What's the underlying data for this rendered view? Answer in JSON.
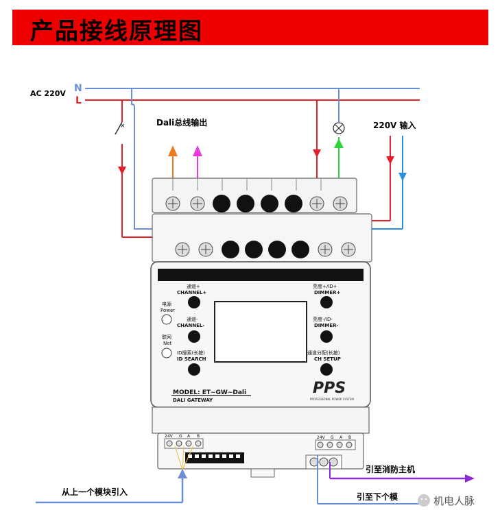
{
  "title": "产品接线原理图",
  "supply": {
    "ac_label": "AC 220V",
    "n_label": "N",
    "l_label": "L"
  },
  "dali_out_label": "Dali总线输出",
  "input_label": "220V 输入",
  "panel": {
    "channel_plus": [
      "通道+",
      "CHANNEL+"
    ],
    "channel_minus": [
      "通道-",
      "CHANNEL-"
    ],
    "id_search": [
      "ID搜索(长按)",
      "ID SEARCH"
    ],
    "dimmer_plus": [
      "亮度+/ID+",
      "DIMMER+"
    ],
    "dimmer_minus": [
      "亮度-/ID-",
      "DIMMER-"
    ],
    "ch_setup": [
      "通道分配(长按)",
      "CH SETUP"
    ],
    "power": [
      "电源",
      "Power"
    ],
    "net": [
      "联网",
      "Net"
    ],
    "model": "MODEL: ET~GW~Dali",
    "subtitle": "DALI GATEWAY",
    "brand": "PPS",
    "brand_sub": "PROFESSIONAL POWER SYSTEM"
  },
  "terminals": {
    "t1": "24V",
    "t2": "G",
    "t3": "A",
    "t4": "B"
  },
  "from_prev_label": "从上一个模块引入",
  "to_fire_label": "引至消防主机",
  "to_next_label": "引至下个模",
  "watermark": "机电人脉",
  "colors": {
    "neutral": "#6b8fd6",
    "live": "#e5202a",
    "orange": "#f07a22",
    "magenta": "#e83ad9",
    "green": "#2fd43a",
    "blue": "#2a8ee0",
    "purple": "#8a2bd6",
    "banner": "#ee0000"
  }
}
